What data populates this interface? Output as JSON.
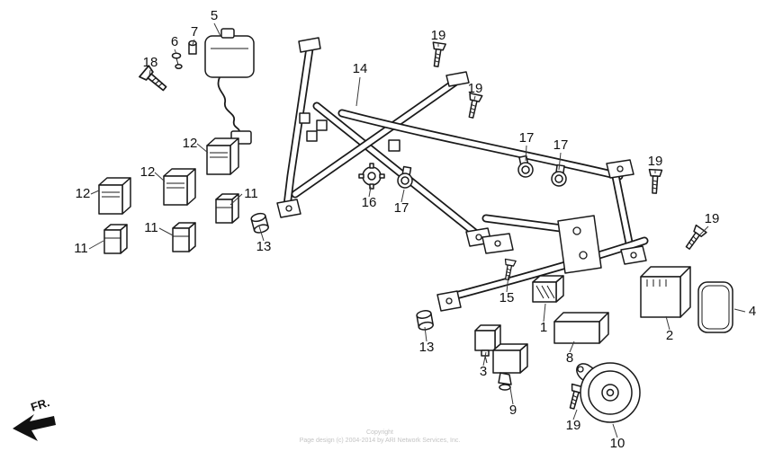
{
  "colors": {
    "ink": "#1a1a1a",
    "background": "#ffffff",
    "watermark": "#c4c4c4"
  },
  "orientation": {
    "fr_label": "FR."
  },
  "watermark": {
    "line1": "Copyright",
    "line2": "Page design (c) 2004-2014 by ARI Network Services, Inc."
  },
  "part_labels": [
    "5",
    "7",
    "6",
    "18",
    "19",
    "14",
    "19",
    "12",
    "12",
    "12",
    "11",
    "11",
    "11",
    "13",
    "16",
    "17",
    "17",
    "17",
    "19",
    "19",
    "15",
    "1",
    "13",
    "3",
    "8",
    "2",
    "4",
    "9",
    "19",
    "10"
  ]
}
